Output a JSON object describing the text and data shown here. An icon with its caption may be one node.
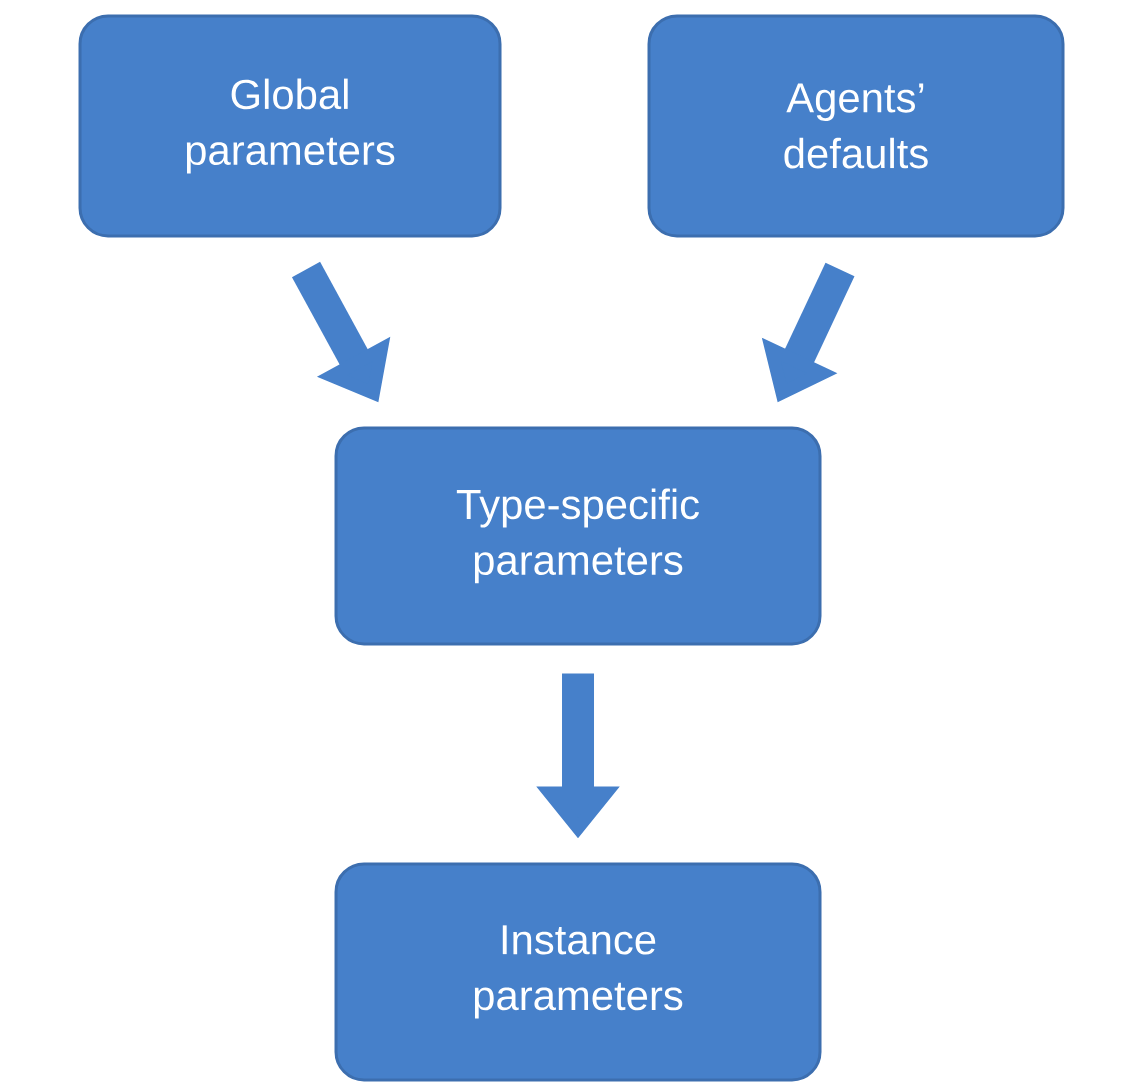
{
  "diagram": {
    "nodes": [
      {
        "text": [
          "Global parameters"
        ]
      },
      {
        "text": [
          "Agents’ defaults"
        ]
      },
      {
        "text": [
          "Type-specific parameters"
        ]
      },
      {
        "text": [
          "Instance parameters"
        ]
      }
    ],
    "edges": [
      {
        "from": 0,
        "to": 2,
        "arrow": "to"
      },
      {
        "from": 1,
        "to": 2,
        "arrow": "to"
      },
      {
        "from": 2,
        "to": 3,
        "arrow": "to"
      }
    ]
  }
}
